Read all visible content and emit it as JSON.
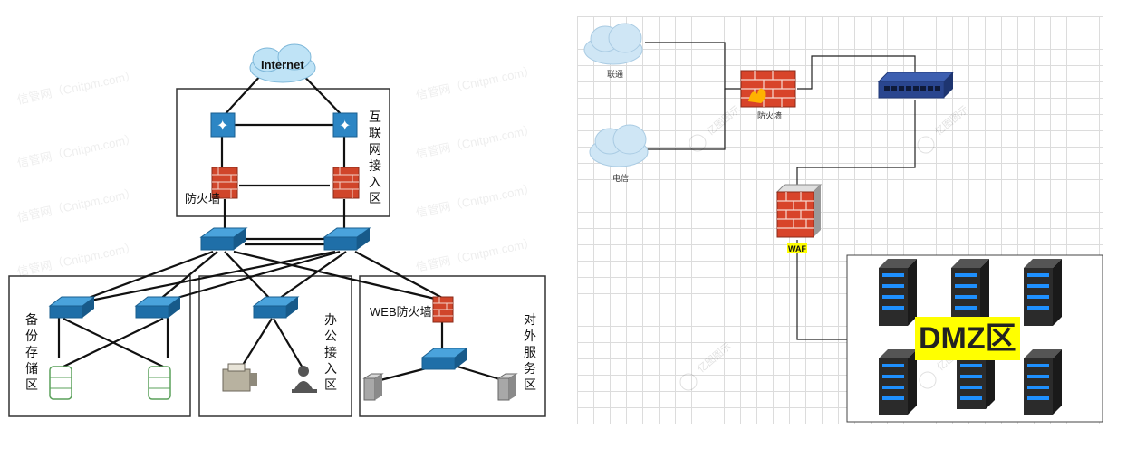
{
  "left_diagram": {
    "internet": "Internet",
    "firewall": "防火墙",
    "zone_internet": [
      "互",
      "联",
      "网",
      "接",
      "入",
      "区"
    ],
    "zone_storage": [
      "备",
      "份",
      "存",
      "储",
      "区"
    ],
    "zone_office": [
      "办",
      "公",
      "接",
      "入",
      "区"
    ],
    "web_firewall": "WEB防火墙",
    "zone_external": [
      "对",
      "外",
      "服",
      "务",
      "区"
    ],
    "watermark": "信管网（Cnitpm.com）"
  },
  "right_diagram": {
    "isp1": "联通",
    "isp2": "电信",
    "firewall": "防火墙",
    "waf": "WAF",
    "dmz": "DMZ区",
    "watermark": "亿图图示"
  },
  "colors": {
    "switch_blue": "#1f6fa8",
    "firewall_red": "#d0452a",
    "server_dark": "#2b2b2b",
    "server_led": "#1e90ff",
    "dmz_highlight": "#ffff00",
    "grid": "#dcdcdc"
  }
}
